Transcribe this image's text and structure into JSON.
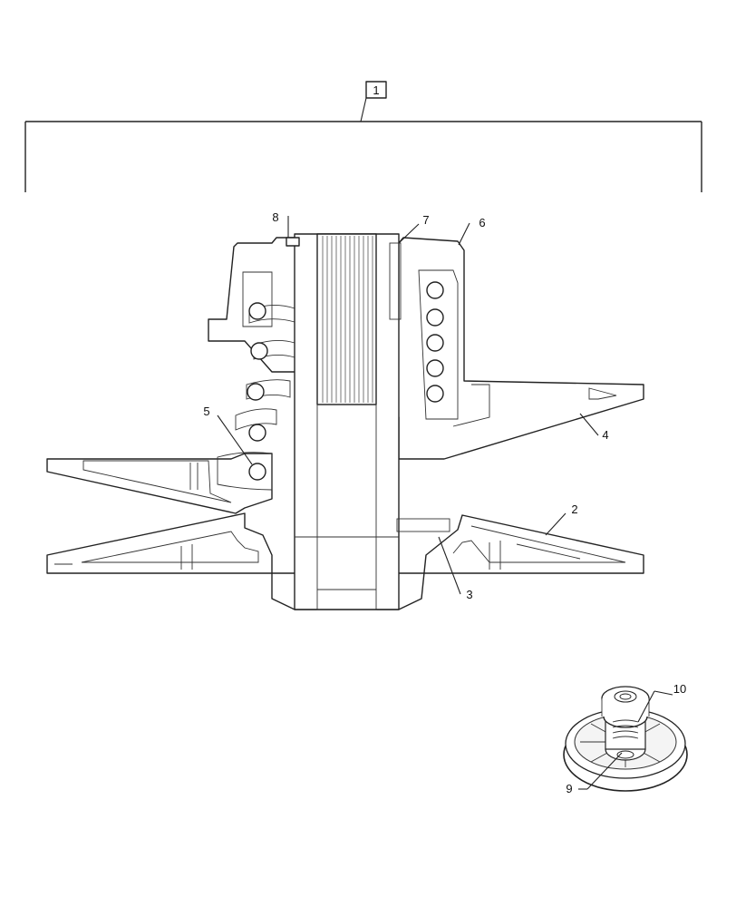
{
  "diagram": {
    "assembly_label": "1",
    "callouts": {
      "c2": "2",
      "c3": "3",
      "c4": "4",
      "c5": "5",
      "c6": "6",
      "c7": "7",
      "c8": "8",
      "c9": "9",
      "c10": "10"
    }
  }
}
